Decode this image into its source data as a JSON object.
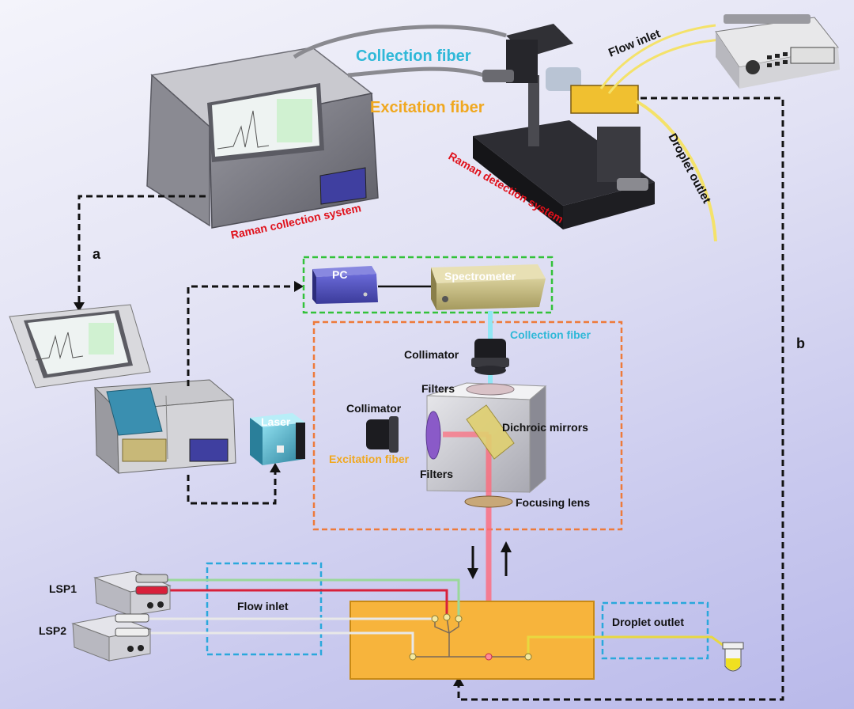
{
  "labels": {
    "collection_fiber_top": "Collection fiber",
    "excitation_fiber_top": "Excitation fiber",
    "flow_inlet_top": "Flow inlet",
    "droplet_outlet_top": "Droplet outlet",
    "raman_detection_system": "Raman detection system",
    "raman_collection_system": "Raman collection system",
    "path_a": "a",
    "path_b": "b",
    "pc": "PC",
    "spectrometer": "Spectrometer",
    "collection_fiber": "Collection fiber",
    "collimator_top": "Collimator",
    "filters_top": "Filters",
    "collimator_left": "Collimator",
    "dichroic_mirrors": "Dichroic mirrors",
    "laser": "Laser",
    "excitation_fiber": "Excitation fiber",
    "filters_bottom": "Filters",
    "focusing_lens": "Focusing lens",
    "lsp1": "LSP1",
    "lsp2": "LSP2",
    "flow_inlet": "Flow inlet",
    "droplet_outlet": "Droplet outlet"
  },
  "colors": {
    "collection_fiber": "#2fb8d8",
    "excitation_fiber": "#f0a820",
    "red_label": "#e0101a",
    "green_box": "#33c23a",
    "orange_box": "#ee7a3a",
    "blue_box": "#2aa8dc",
    "chip": "#f7b43c",
    "laser_beam": "#ff5a6e"
  }
}
